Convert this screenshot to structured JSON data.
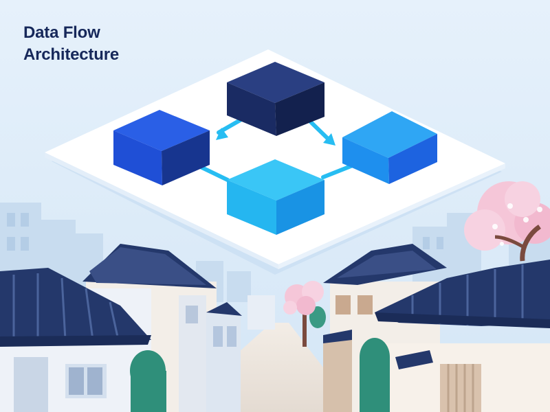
{
  "header": {
    "title_line_1": "Data Flow",
    "title_line_2": "Architecture"
  },
  "diagram": {
    "nodes": [
      {
        "id": "top-node",
        "color": "#1a2b63"
      },
      {
        "id": "left-node",
        "color": "#1f4fd6"
      },
      {
        "id": "right-node",
        "color": "#1e8fee"
      },
      {
        "id": "bottom-node",
        "color": "#25b6f0"
      }
    ],
    "connector_color": "#27bdf2"
  },
  "colors": {
    "sky": "#dcebf8",
    "platform": "#ffffff",
    "roof": "#24386b",
    "blossom": "#f5c6d8",
    "wall": "#eef2f8"
  }
}
